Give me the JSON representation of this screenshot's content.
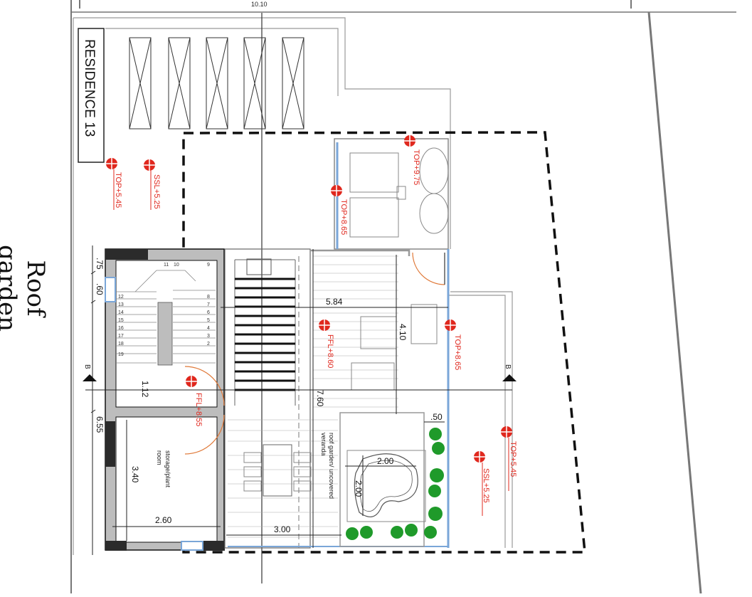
{
  "page_title": "Roof garden",
  "top_dim": "10.10",
  "residence_label": "RESIDENCE 13",
  "levels": {
    "top_5_45_left": "TOP+5.45",
    "ssl_5_25_left": "SSL+5.25",
    "top_9_75": "TOP+9.75",
    "top_8_65_upper": "TOP+8.65",
    "ffl_8_60": "FFL+8.60",
    "top_8_65_right": "TOP+8.65",
    "ffl_8_55": "FFL+8.55",
    "top_5_45_right": "TOP+5.45",
    "ssl_5_25_right": "SSL+5.25"
  },
  "dims": {
    "d_75": ".75",
    "d_60": ".60",
    "d_112": "1.12",
    "d_655": "6.55",
    "d_340": "3.40",
    "d_260": "2.60",
    "d_300": "3.00",
    "d_584": "5.84",
    "d_410": "4.10",
    "d_760": "7.60",
    "d_50": ".50",
    "d_200h": "2.00",
    "d_200v": "2.00"
  },
  "rooms": {
    "storage_1": "storage/plant",
    "storage_2": "room",
    "veranda_1": "roof garden/ uncovered",
    "veranda_2": "veranda"
  },
  "section_marks": {
    "left": "B",
    "right": "B"
  },
  "stair_numbers_left": [
    "12",
    "13",
    "14",
    "15",
    "16",
    "17",
    "18",
    "19"
  ],
  "stair_numbers_right": [
    "8",
    "7",
    "6",
    "5",
    "4",
    "3",
    "2"
  ],
  "stair_numbers_top": [
    "11",
    "10",
    "9"
  ],
  "colors": {
    "level_red": "#e0281e",
    "wall_dark": "#2b2b2b",
    "glass_blue": "#7aa6d8",
    "plant_green": "#1f9a2a",
    "door_arc": "#e07a3a"
  }
}
